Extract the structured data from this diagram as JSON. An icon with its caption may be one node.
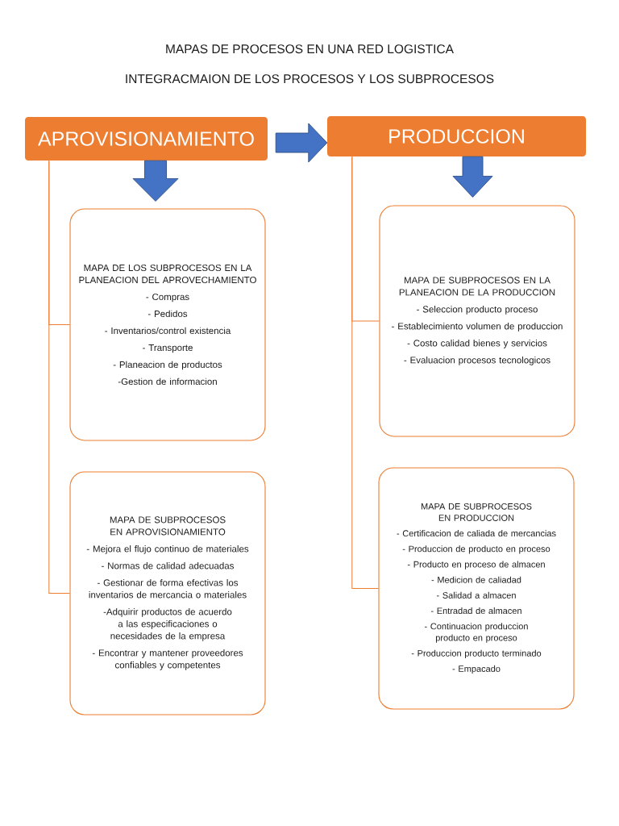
{
  "diagram": {
    "title": "MAPAS DE PROCESOS EN UNA RED LOGISTICA",
    "nodes": [
      {
        "text": [
          "APROVISIONAMIENTO"
        ]
      },
      {
        "text": [
          "PRODUCCION"
        ]
      },
      {
        "text": [
          "MAPA DE LOS SUBPROCESOS EN LA PLANEACION DEL APROVECHAMIENTO",
          "- Compras",
          "- Pedidos",
          "- Inventarios/control existencia",
          "- Transporte",
          "- Planeacion de productos",
          "-Gestion de informacion"
        ]
      },
      {
        "text": [
          "MAPA DE SUBPROCESOS EN LA PLANEACION DE LA PRODUCCION",
          "- Seleccion producto proceso",
          "- Establecimiento volumen de produccion",
          "- Costo calidad bienes y servicios",
          "- Evaluacion procesos tecnologicos"
        ]
      },
      {
        "text": [
          "MAPA DE SUBPROCESOS EN APROVISIONAMIENTO",
          "- Mejora el flujo continuo de materiales",
          "- Normas de calidad adecuadas",
          "- Gestionar de forma efectivas los inventarios de mercancia o materiales",
          "-Adquirir productos de acuerdo a las especificaciones o necesidades de la empresa",
          "- Encontrar y mantener proveedores confiables y competentes"
        ]
      },
      {
        "text": [
          "MAPA DE SUBPROCESOS EN PRODUCCION",
          "- Certificacion de caliada de mercancias",
          "- Produccion de producto en proceso",
          "- Producto en proceso de almacen",
          "- Medicion de caliadad",
          "- Salidad a almacen",
          "- Entradad de almacen",
          "- Continuacion produccion producto en proceso",
          "- Produccion producto terminado",
          "- Empacado"
        ]
      }
    ],
    "edges": [
      {
        "from": 0,
        "to": 1,
        "arrow": "to",
        "style": "thick",
        "color": "#4472c4"
      },
      {
        "from": 0,
        "to": 2,
        "arrow": "to",
        "style": "thick",
        "color": "#4472c4"
      },
      {
        "from": 1,
        "to": 3,
        "arrow": "to",
        "style": "thick",
        "color": "#4472c4"
      },
      {
        "from": 0,
        "to": 2,
        "arrow": "none"
      },
      {
        "from": 0,
        "to": 4,
        "arrow": "none"
      },
      {
        "from": 1,
        "to": 3,
        "arrow": "none"
      },
      {
        "from": 1,
        "to": 5,
        "arrow": "none"
      }
    ],
    "labels": [
      "INTEGRACMAION DE LOS PROCESOS Y LOS SUBPROCESOS"
    ]
  }
}
